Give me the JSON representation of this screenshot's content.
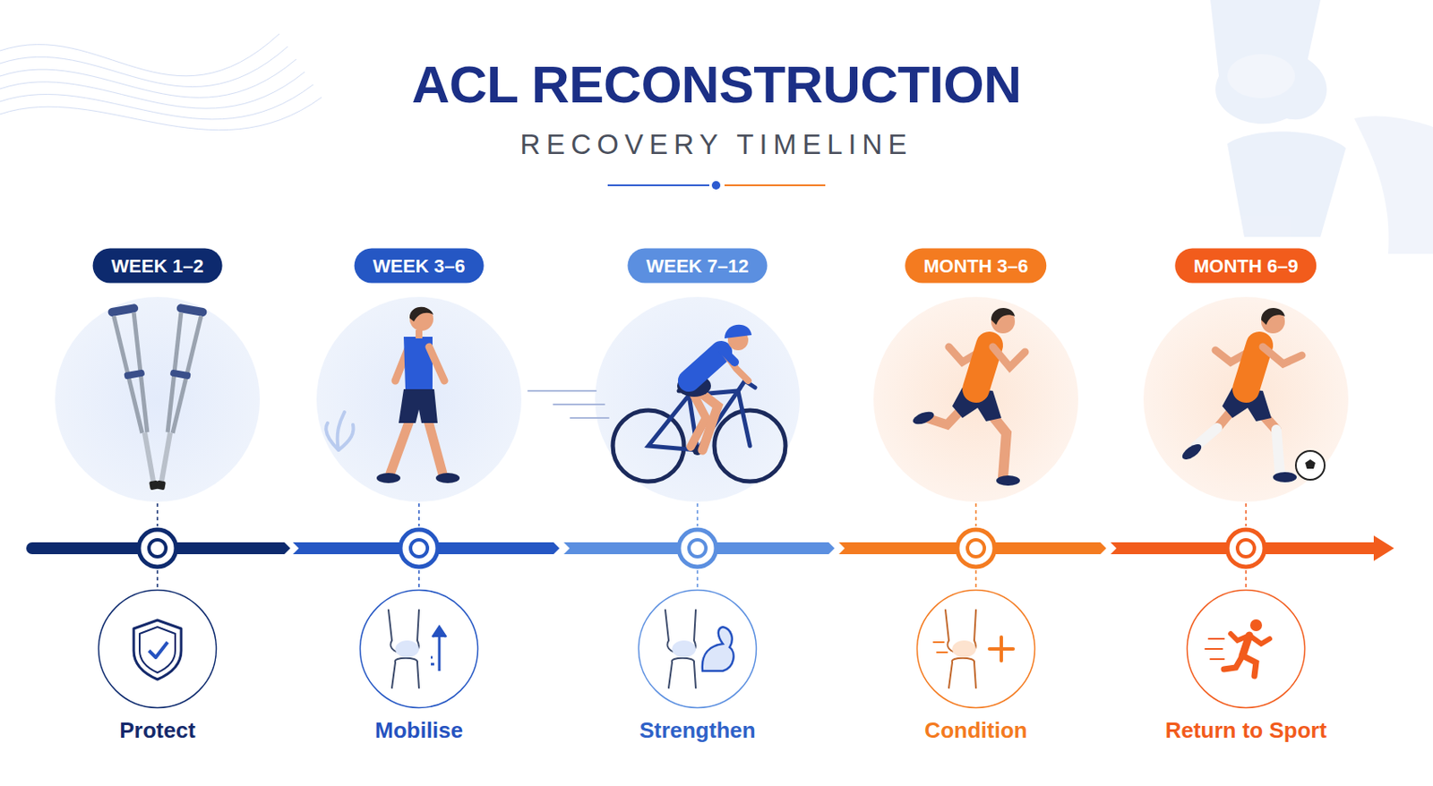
{
  "diagram": {
    "title": "ACL RECONSTRUCTION",
    "nodes": [
      {
        "text": [
          "WEEK 1–2"
        ]
      },
      {
        "text": [
          "WEEK 3–6"
        ]
      },
      {
        "text": [
          "WEEK 7–12"
        ]
      },
      {
        "text": [
          "MONTH 3–6"
        ]
      },
      {
        "text": [
          "MONTH 6–9"
        ]
      },
      {
        "text": [
          "Protect"
        ]
      },
      {
        "text": [
          "Mobilise"
        ]
      },
      {
        "text": [
          "Strengthen"
        ]
      },
      {
        "text": [
          "Condition"
        ]
      },
      {
        "text": [
          "Return to Sport"
        ]
      }
    ],
    "labels": [
      "RECOVERY TIMELINE"
    ]
  }
}
